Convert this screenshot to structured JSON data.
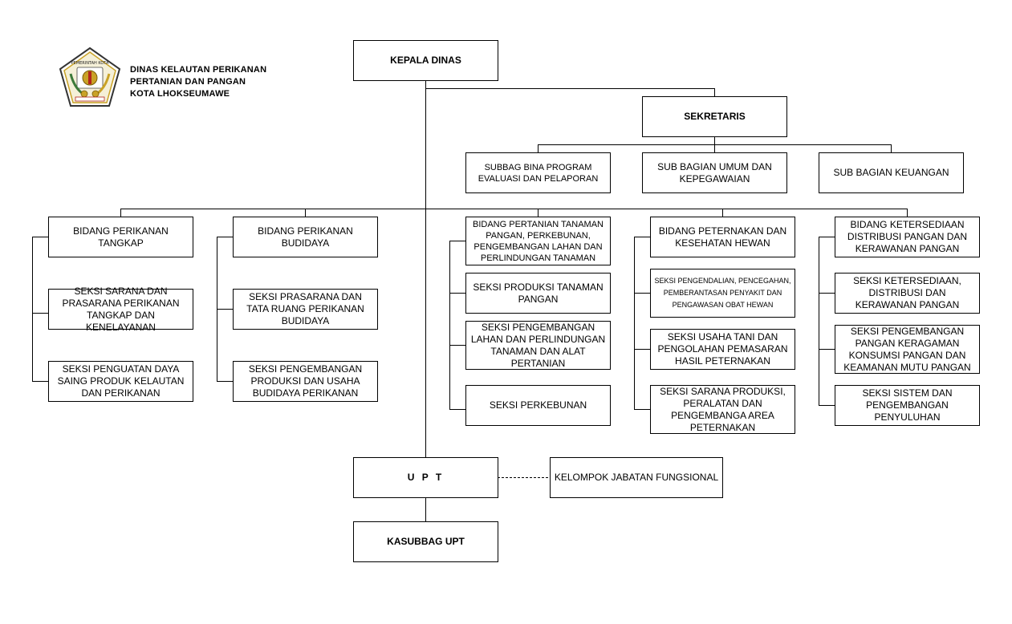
{
  "org": {
    "line1": "DINAS KELAUTAN PERIKANAN",
    "line2": "PERTANIAN DAN PANGAN",
    "line3": "KOTA LHOKSEUMAWE",
    "seal_text": "PEMERINTAH KOTA"
  },
  "top": {
    "kepala_dinas": "KEPALA DINAS",
    "sekretaris": "SEKRETARIS"
  },
  "subbag": {
    "program": "SUBBAG BINA PROGRAM EVALUASI DAN PELAPORAN",
    "umum": "SUB BAGIAN UMUM DAN KEPEGAWAIAN",
    "keuangan": "SUB BAGIAN KEUANGAN"
  },
  "bidang_tangkap": {
    "title": "BIDANG PERIKANAN TANGKAP",
    "seksi": [
      "SEKSI SARANA DAN PRASARANA PERIKANAN TANGKAP DAN KENELAYANAN",
      "SEKSI PENGUATAN DAYA SAING PRODUK KELAUTAN DAN PERIKANAN"
    ]
  },
  "bidang_budidaya": {
    "title": "BIDANG PERIKANAN BUDIDAYA",
    "seksi": [
      "SEKSI PRASARANA DAN TATA RUANG PERIKANAN BUDIDAYA",
      "SEKSI PENGEMBANGAN PRODUKSI DAN USAHA BUDIDAYA PERIKANAN"
    ]
  },
  "bidang_pertanian": {
    "title": "BIDANG PERTANIAN TANAMAN PANGAN, PERKEBUNAN, PENGEMBANGAN LAHAN DAN PERLINDUNGAN TANAMAN",
    "seksi": [
      "SEKSI PRODUKSI TANAMAN PANGAN",
      "SEKSI PENGEMBANGAN LAHAN DAN PERLINDUNGAN TANAMAN DAN ALAT PERTANIAN",
      "SEKSI PERKEBUNAN"
    ]
  },
  "bidang_peternakan": {
    "title": "BIDANG PETERNAKAN DAN KESEHATAN HEWAN",
    "seksi": [
      "SEKSI PENGENDALIAN, PENCEGAHAN, PEMBERANTASAN PENYAKIT DAN PENGAWASAN OBAT HEWAN",
      "SEKSI USAHA TANI DAN PENGOLAHAN PEMASARAN HASIL PETERNAKAN",
      "SEKSI SARANA PRODUKSI, PERALATAN DAN PENGEMBANGA AREA PETERNAKAN"
    ]
  },
  "bidang_ketersediaan": {
    "title": "BIDANG KETERSEDIAAN DISTRIBUSI PANGAN DAN KERAWANAN PANGAN",
    "seksi": [
      "SEKSI KETERSEDIAAN, DISTRIBUSI DAN KERAWANAN PANGAN",
      "SEKSI PENGEMBANGAN PANGAN KERAGAMAN KONSUMSI PANGAN DAN KEAMANAN MUTU PANGAN",
      "SEKSI SISTEM DAN PENGEMBANGAN PENYULUHAN"
    ]
  },
  "bottom": {
    "upt": "U P T",
    "kelompok": "KELOMPOK JABATAN FUNGSIONAL",
    "kasubbag": "KASUBBAG UPT"
  },
  "colors": {
    "line": "#000000",
    "box_border": "#000000",
    "background": "#ffffff",
    "seal_gold": "#c9a227",
    "seal_green": "#3d7a3a",
    "seal_red": "#b3261e"
  }
}
